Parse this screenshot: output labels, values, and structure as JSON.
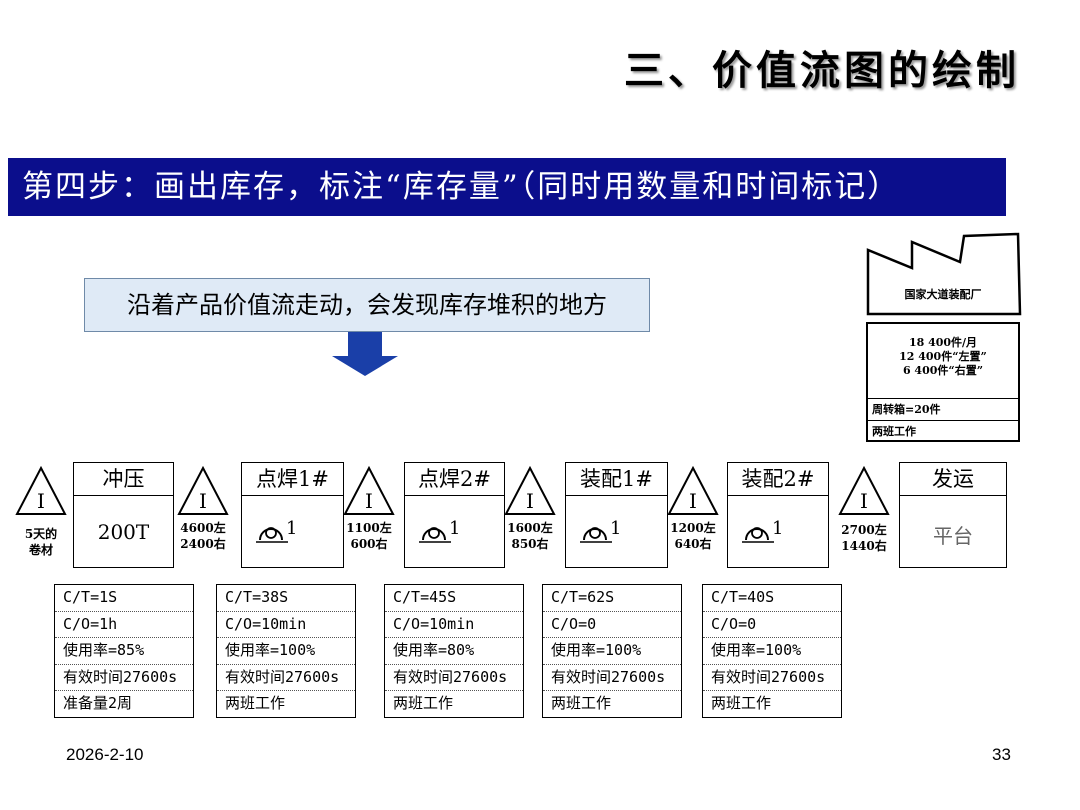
{
  "header": {
    "title": "三、价值流图的绘制"
  },
  "banner": {
    "text": "第四步：画出库存，标注“库存量”（同时用数量和时间标记）"
  },
  "callout": {
    "text": "沿着产品价值流走动，会发现库存堆积的地方"
  },
  "customer": {
    "name": "国家大道装配厂",
    "demand": [
      "18 400件/月",
      "12 400件“左置”",
      "6 400件“右置”"
    ],
    "tray": "周转箱=20件",
    "shifts": "两班工作"
  },
  "processes": [
    {
      "name": "冲压",
      "machine": "200T"
    },
    {
      "name": "点焊1#",
      "operators": "1"
    },
    {
      "name": "点焊2#",
      "operators": "1"
    },
    {
      "name": "装配1#",
      "operators": "1"
    },
    {
      "name": "装配2#",
      "operators": "1"
    },
    {
      "name": "发运",
      "machine": "平台"
    }
  ],
  "inventory": [
    {
      "symbol": "I",
      "lines": [
        "5天的",
        "卷材"
      ]
    },
    {
      "symbol": "I",
      "lines": [
        "4600左",
        "2400右"
      ]
    },
    {
      "symbol": "I",
      "lines": [
        "1100左",
        "600右"
      ]
    },
    {
      "symbol": "I",
      "lines": [
        "1600左",
        "850右"
      ]
    },
    {
      "symbol": "I",
      "lines": [
        "1200左",
        "640右"
      ]
    },
    {
      "symbol": "I",
      "lines": [
        "2700左",
        "1440右"
      ]
    }
  ],
  "data_boxes": [
    {
      "rows": [
        "C/T=1S",
        "C/O=1h",
        "使用率=85%",
        "有效时间27600s",
        "准备量2周"
      ]
    },
    {
      "rows": [
        "C/T=38S",
        "C/O=10min",
        "使用率=100%",
        "有效时间27600s",
        "两班工作"
      ]
    },
    {
      "rows": [
        "C/T=45S",
        "C/O=10min",
        "使用率=80%",
        "有效时间27600s",
        "两班工作"
      ]
    },
    {
      "rows": [
        "C/T=62S",
        "C/O=0",
        "使用率=100%",
        "有效时间27600s",
        "两班工作"
      ]
    },
    {
      "rows": [
        "C/T=40S",
        "C/O=0",
        "使用率=100%",
        "有效时间27600s",
        "两班工作"
      ]
    }
  ],
  "footer": {
    "date": "2026-2-10",
    "page": "33"
  }
}
